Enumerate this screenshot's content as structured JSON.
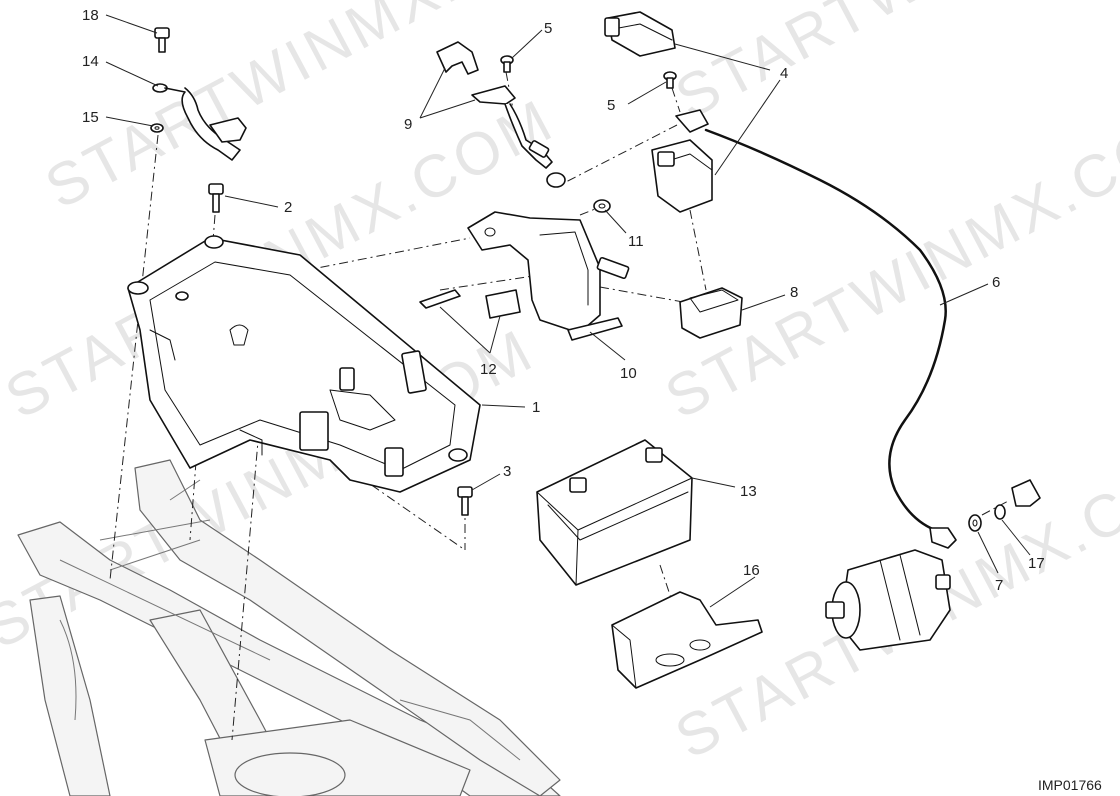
{
  "watermark": "STARTWINMX.COM",
  "drawing_code": "IMP01766",
  "callouts": {
    "c1": "1",
    "c2": "2",
    "c3": "3",
    "c4": "4",
    "c5a": "5",
    "c5b": "5",
    "c6": "6",
    "c7": "7",
    "c8": "8",
    "c9": "9",
    "c10": "10",
    "c11": "11",
    "c12": "12",
    "c13": "13",
    "c14": "14",
    "c15": "15",
    "c16": "16",
    "c17": "17",
    "c18": "18"
  },
  "parts": [
    {
      "id": "1",
      "name": "battery-tray"
    },
    {
      "id": "2",
      "name": "screw"
    },
    {
      "id": "3",
      "name": "screw"
    },
    {
      "id": "4",
      "name": "relay-with-cover"
    },
    {
      "id": "5",
      "name": "screw"
    },
    {
      "id": "6",
      "name": "starter-cable"
    },
    {
      "id": "7",
      "name": "washer"
    },
    {
      "id": "8",
      "name": "relay-holder"
    },
    {
      "id": "9",
      "name": "ground-cable-with-cap"
    },
    {
      "id": "10",
      "name": "relay-bracket"
    },
    {
      "id": "11",
      "name": "nut"
    },
    {
      "id": "12",
      "name": "pads"
    },
    {
      "id": "13",
      "name": "battery"
    },
    {
      "id": "14",
      "name": "ground-cable"
    },
    {
      "id": "15",
      "name": "washer"
    },
    {
      "id": "16",
      "name": "battery-support-plate"
    },
    {
      "id": "17",
      "name": "nut"
    },
    {
      "id": "18",
      "name": "screw"
    }
  ]
}
